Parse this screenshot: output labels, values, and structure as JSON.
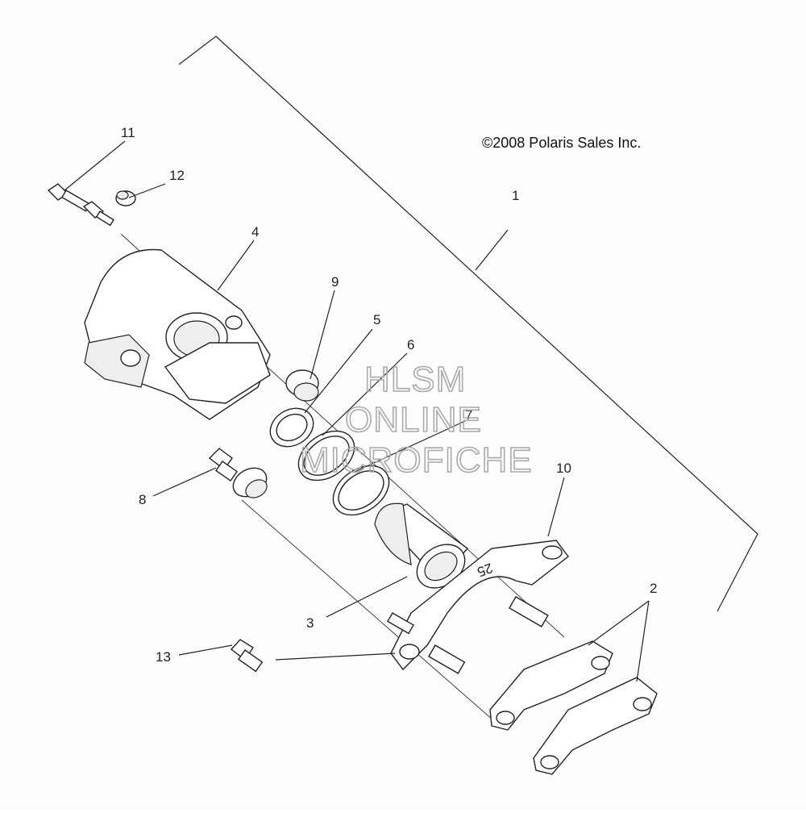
{
  "copyright": "©2008 Polaris Sales Inc.",
  "watermark": {
    "line1": "HLSM",
    "line2": "ONLINE",
    "line3": "MICROFICHE"
  },
  "callouts": {
    "c1": "1",
    "c2": "2",
    "c3": "3",
    "c4": "4",
    "c5": "5",
    "c6": "6",
    "c7": "7",
    "c8": "8",
    "c9": "9",
    "c10": "10",
    "c11": "11",
    "c12": "12",
    "c13": "13"
  },
  "bracket_stamp": "25"
}
